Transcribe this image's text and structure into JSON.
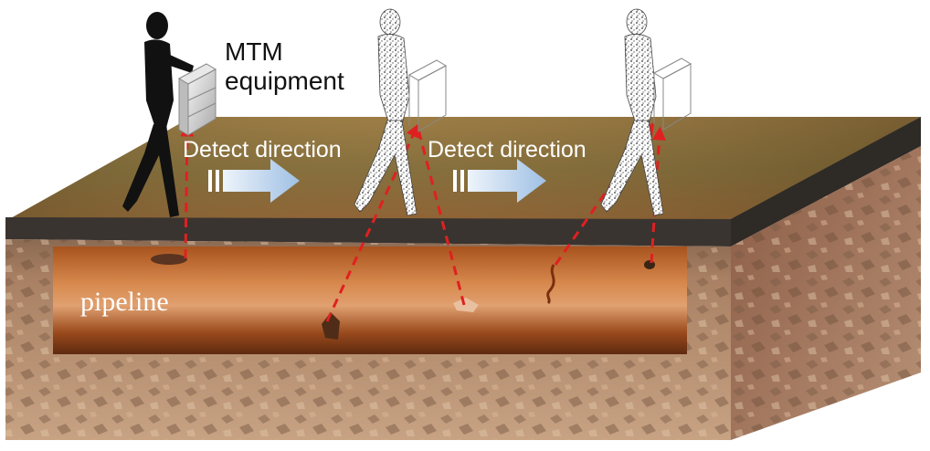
{
  "labels": {
    "equipment_line1": "MTM",
    "equipment_line2": "equipment",
    "detect_direction_1": "Detect direction",
    "detect_direction_2": "Detect direction",
    "pipeline": "pipeline"
  },
  "colors": {
    "ground_top": "#8a6a3a",
    "soil_front": "#b88a5e",
    "soil_side": "#9a6e4e",
    "pipe_mid": "#d07a3a",
    "pipe_dark": "#7a3a15",
    "detection_line": "#e02020",
    "arrow_fill": "#a9c6e6"
  },
  "icons": {
    "operator_silhouette": "person-silhouette-icon",
    "operator_ghost": "person-dotted-icon",
    "equipment_box": "mtm-device-icon",
    "direction_arrow": "arrow-right-icon"
  }
}
